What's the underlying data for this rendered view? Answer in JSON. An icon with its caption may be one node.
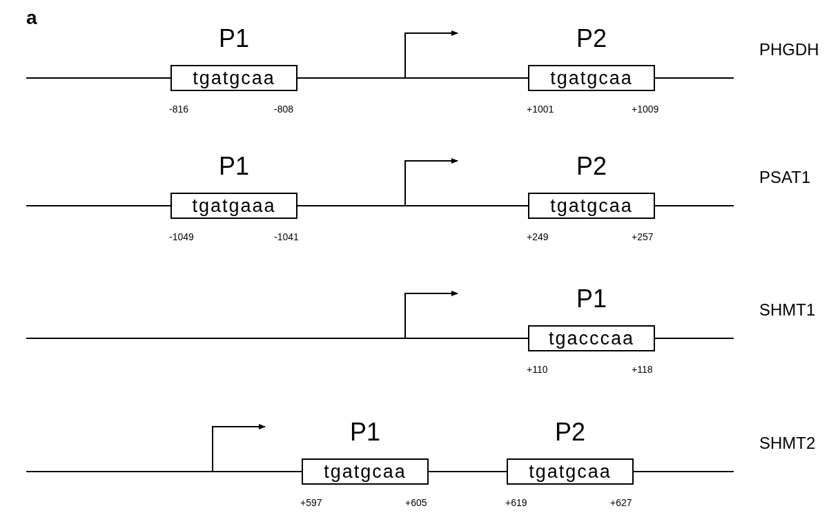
{
  "diagram": {
    "nodes": [
      {
        "text": [
          "P1",
          "tgatgcaa"
        ],
        "beside": [
          "-816",
          "-808"
        ]
      },
      {
        "text": [
          "P2",
          "tgatgcaa"
        ],
        "beside": [
          "+1001",
          "+1009"
        ]
      },
      {
        "text": [
          "P1",
          "tgatgaaa"
        ],
        "beside": [
          "-1049",
          "-1041"
        ]
      },
      {
        "text": [
          "P2",
          "tgatgcaa"
        ],
        "beside": [
          "+249",
          "+257"
        ]
      },
      {
        "text": [
          "P1",
          "tgacccaa"
        ],
        "beside": [
          "+110",
          "+118"
        ]
      },
      {
        "text": [
          "P1",
          "tgatgcaa"
        ],
        "beside": [
          "+597",
          "+605"
        ]
      },
      {
        "text": [
          "P2",
          "tgatgcaa"
        ],
        "beside": [
          "+619",
          "+627"
        ]
      }
    ],
    "labels": [
      "a",
      "PHGDH",
      "PSAT1",
      "SHMT1",
      "SHMT2"
    ]
  }
}
